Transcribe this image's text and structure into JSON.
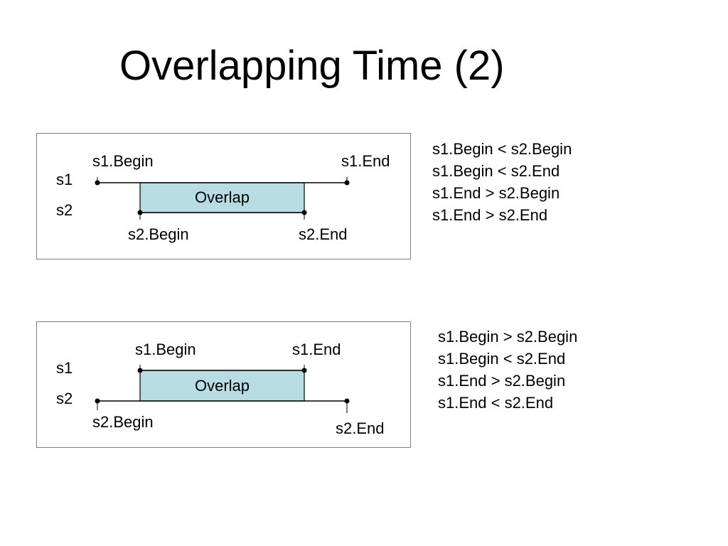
{
  "title": "Overlapping Time (2)",
  "colors": {
    "overlap_fill": "#b7dde3",
    "panel_border": "#7f7f7f"
  },
  "case1": {
    "row1_label": "s1",
    "row2_label": "s2",
    "s1_begin": "s1.Begin",
    "s1_end": "s1.End",
    "s2_begin": "s2.Begin",
    "s2_end": "s2.End",
    "overlap": "Overlap",
    "conditions": [
      "s1.Begin < s2.Begin",
      "s1.Begin < s2.End",
      "s1.End > s2.Begin",
      "s1.End > s2.End"
    ]
  },
  "case2": {
    "row1_label": "s1",
    "row2_label": "s2",
    "s1_begin": "s1.Begin",
    "s1_end": "s1.End",
    "s2_begin": "s2.Begin",
    "s2_end": "s2.End",
    "overlap": "Overlap",
    "conditions": [
      "s1.Begin > s2.Begin",
      "s1.Begin < s2.End",
      "s1.End > s2.Begin",
      "s1.End < s2.End"
    ]
  }
}
